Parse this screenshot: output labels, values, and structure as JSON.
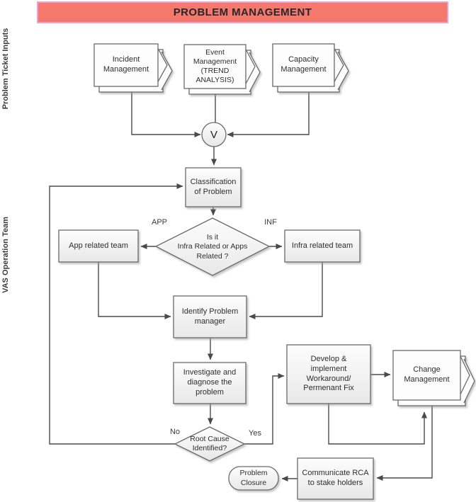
{
  "banner": {
    "title": "PROBLEM MANAGEMENT"
  },
  "lanes": {
    "top": "Problem Ticket Inputs",
    "bottom": "VAS Operation Team"
  },
  "junction": {
    "symbol": "V"
  },
  "nodes": {
    "incident": "Incident\nManagement",
    "event": "Event\nManagement\n(TREND\nANALYSIS)",
    "capacity": "Capacity\nManagement",
    "classification": "Classification\nof Problem",
    "routing_decision": "Is it\nInfra Related or Apps\nRelated ?",
    "app_team": "App related team",
    "infra_team": "Infra related team",
    "identify": "Identify  Problem\nmanager",
    "investigate": "Investigate and\ndiagnose the\nproblem",
    "root_cause": "Root Cause\nIdentified?",
    "develop": "Develop &\nimplement\nWorkaround/\nPermenant Fix",
    "change": "Change\nManagement",
    "communicate": "Communicate RCA\nto stake holders",
    "closure": "Problem\nClosure"
  },
  "edge_labels": {
    "app": "APP",
    "inf": "INF",
    "no": "No",
    "yes": "Yes"
  },
  "colors": {
    "banner_fill": "#f4796c",
    "banner_border": "#e8a3d4",
    "line": "#4a4a4a",
    "node_border": "#6b6b6b",
    "node_fill_top": "#fdfdfd",
    "node_fill_bottom": "#e8e8e8"
  }
}
